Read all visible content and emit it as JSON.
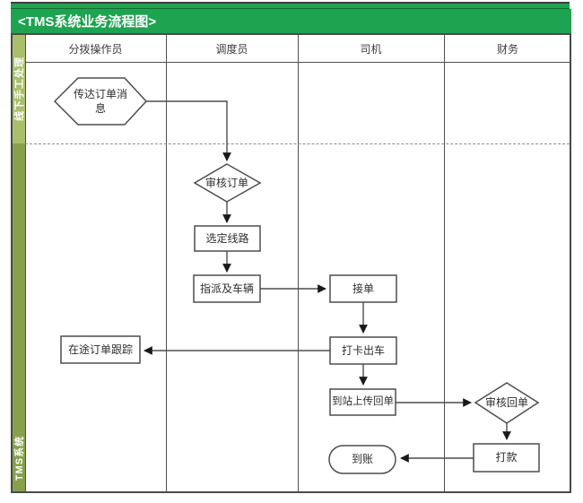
{
  "title": "<TMS系统业务流程图>",
  "bands": {
    "top": "线下手工处理",
    "bottom": "TMS系统"
  },
  "lanes": [
    "分拨操作员",
    "调度员",
    "司机",
    "财务"
  ],
  "nodes": {
    "convey_order": {
      "shape": "hexagon",
      "label": "传达订单消息"
    },
    "review_order": {
      "shape": "diamond",
      "label": "审核订单"
    },
    "select_route": {
      "shape": "rect",
      "label": "选定线路"
    },
    "assign_vehicle": {
      "shape": "rect",
      "label": "指派及车辆"
    },
    "accept_order": {
      "shape": "rect",
      "label": "接单"
    },
    "depart": {
      "shape": "rect",
      "label": "打卡出车"
    },
    "track_order": {
      "shape": "rect",
      "label": "在途订单跟踪"
    },
    "upload_receipt": {
      "shape": "rect",
      "label": "到站上传回单"
    },
    "review_receipt": {
      "shape": "diamond",
      "label": "审核回单"
    },
    "pay": {
      "shape": "rect",
      "label": "打款"
    },
    "received": {
      "shape": "stadium",
      "label": "到账"
    }
  },
  "colors": {
    "title_bg": "#1ea350",
    "band_top_bg": "#a9bf6b",
    "band_bottom_bg": "#87a04b",
    "line": "#4d4d4d",
    "text": "#2e2e2e"
  }
}
